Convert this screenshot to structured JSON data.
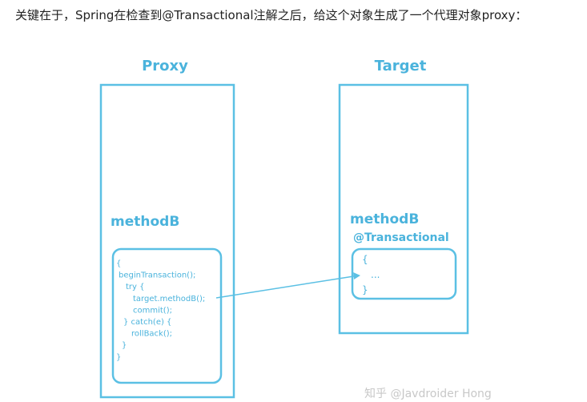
{
  "intro_text": "关键在于，Spring在检查到@Transactional注解之后，给这个对象生成了一个代理对象proxy：",
  "colors": {
    "stroke": "#5bc0e4",
    "text": "#4ab3dc",
    "body_text": "#222222",
    "watermark": "#c8c8c8"
  },
  "proxy": {
    "title": "Proxy",
    "method": "methodB",
    "code": [
      "{",
      "beginTransaction();",
      "try {",
      "target.methodB();",
      "commit();",
      "} catch(e) {",
      "rollBack();",
      "}",
      "}"
    ]
  },
  "target": {
    "title": "Target",
    "method": "methodB",
    "annotation": "@Transactional",
    "code": [
      "{",
      "...",
      "}"
    ]
  },
  "watermark": "知乎 @Javdroider Hong"
}
